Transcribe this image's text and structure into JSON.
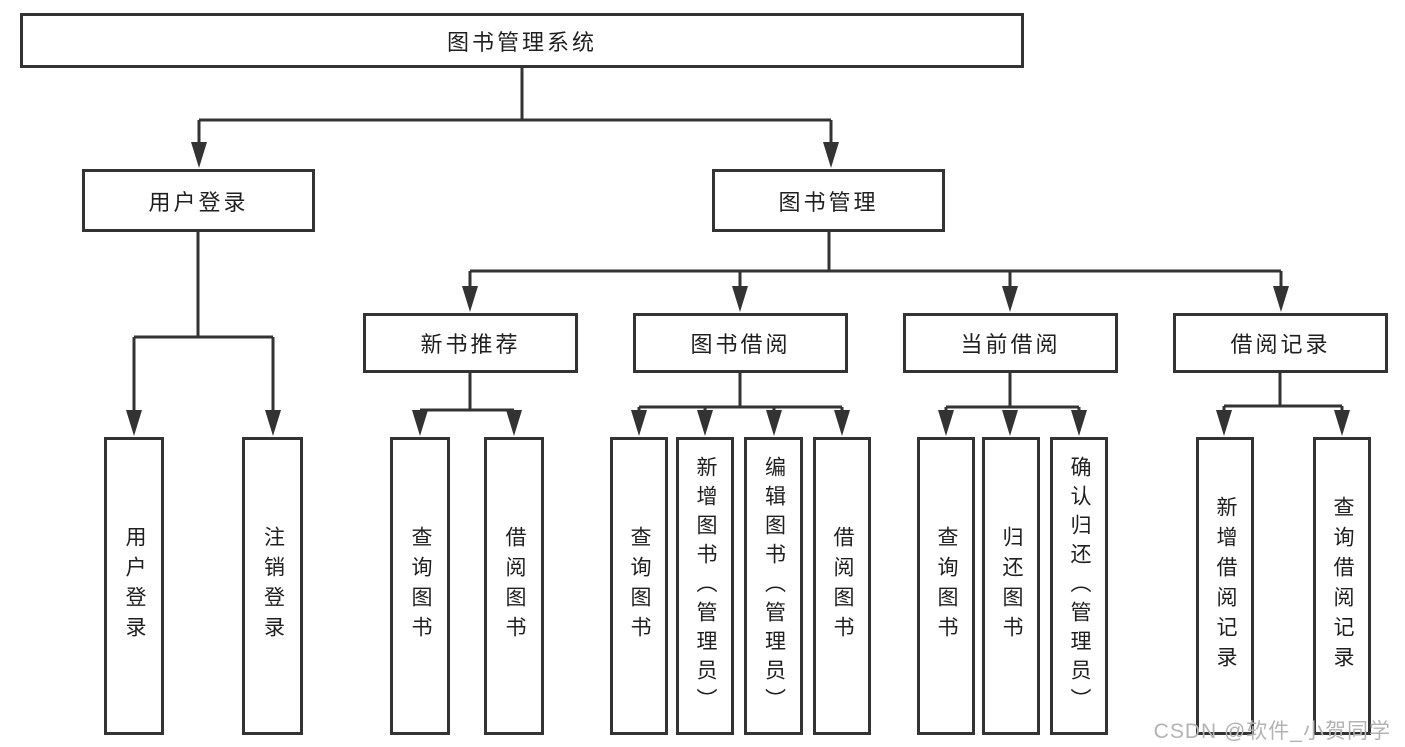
{
  "diagram": {
    "root": "图书管理系统",
    "branches": [
      {
        "label": "用户登录",
        "children": [
          "用户登录",
          "注销登录"
        ]
      },
      {
        "label": "图书管理",
        "groups": [
          {
            "label": "新书推荐",
            "children": [
              "查询图书",
              "借阅图书"
            ]
          },
          {
            "label": "图书借阅",
            "children": [
              "查询图书",
              "新增图书（管理员）",
              "编辑图书（管理员）",
              "借阅图书"
            ]
          },
          {
            "label": "当前借阅",
            "children": [
              "查询图书",
              "归还图书",
              "确认归还（管理员）"
            ]
          },
          {
            "label": "借阅记录",
            "children": [
              "新增借阅记录",
              "查询借阅记录"
            ]
          }
        ]
      }
    ]
  },
  "watermark": "CSDN @软件_小贺同学",
  "colors": {
    "line": "#333333",
    "box_border": "#333333",
    "text": "#1f1f1f",
    "watermark": "#b3b3b3",
    "background": "#ffffff"
  }
}
